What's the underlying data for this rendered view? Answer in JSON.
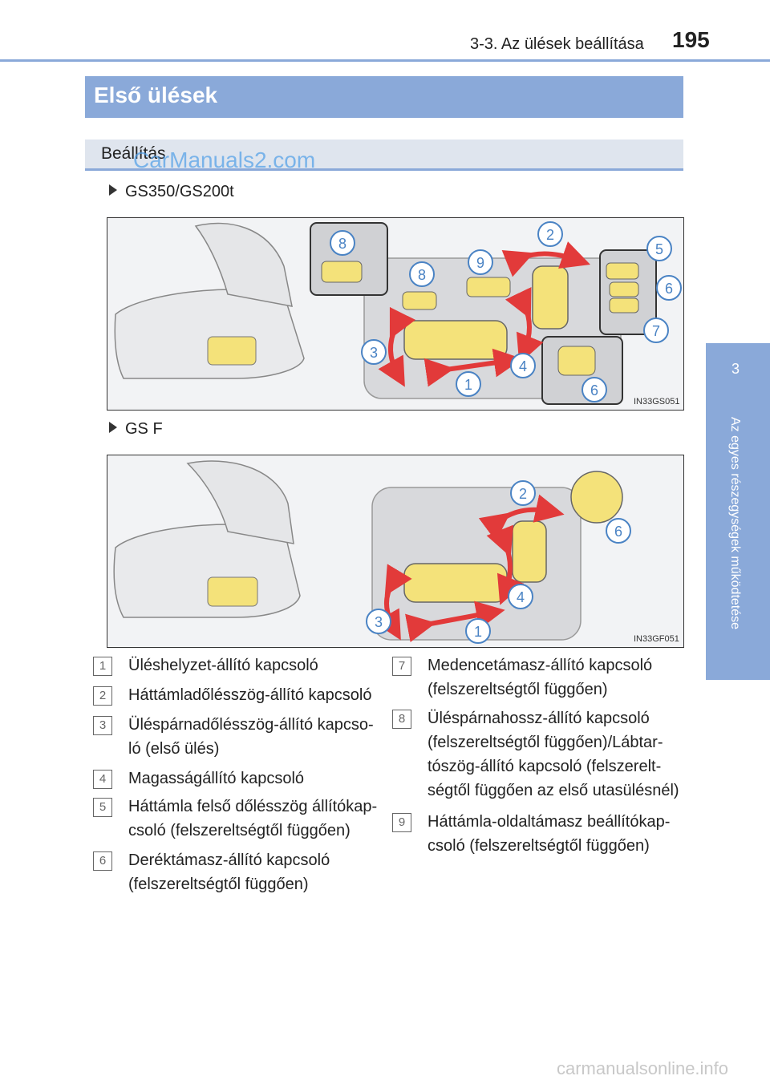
{
  "header": {
    "chapter": "3-3. Az ülések beállítása",
    "page_number": "195"
  },
  "side_tab": {
    "number": "3",
    "text": "Az egyes részegységek működtetése"
  },
  "section_title": "Első ülések",
  "subsection_title": "Beállítás",
  "watermark": "CarManuals2.com",
  "variants": [
    {
      "label": "GS350/GS200t",
      "figure_code": "IN33GS051"
    },
    {
      "label": "GS F",
      "figure_code": "IN33GF051"
    }
  ],
  "callout_numbers": [
    "1",
    "2",
    "3",
    "4",
    "5",
    "6",
    "7",
    "8",
    "9"
  ],
  "legend": [
    {
      "num": "1",
      "text": "Üléshelyzet-állító kapcsoló"
    },
    {
      "num": "2",
      "text": "Háttámladőlésszög-állító kapcsoló"
    },
    {
      "num": "3",
      "text": "Üléspárnadőlésszög-állító kapcso-ló (első ülés)"
    },
    {
      "num": "4",
      "text": "Magasságállító kapcsoló"
    },
    {
      "num": "5",
      "text": "Háttámla felső dőlésszög állítókap-csoló (felszereltségtől függően)"
    },
    {
      "num": "6",
      "text": "Deréktámasz-állító kapcsoló (felszereltségtől függően)"
    },
    {
      "num": "7",
      "text": "Medencetámasz-állító kapcsoló (felszereltségtől függően)"
    },
    {
      "num": "8",
      "text": "Üléspárnahossz-állító kapcsoló (felszereltségtől függően)/Lábtar-tószög-állító kapcsoló (felszerelt-ségtől függően az első utasülésnél)"
    },
    {
      "num": "9",
      "text": "Háttámla-oldaltámasz beállítókap-csoló (felszereltségtől függően)"
    }
  ],
  "footer_watermark": "carmanualsonline.info",
  "colors": {
    "accent": "#8aa9d9",
    "switch_yellow": "#f4e27a",
    "arrow_red": "#e23a3a",
    "callout": "#4a83c4"
  }
}
